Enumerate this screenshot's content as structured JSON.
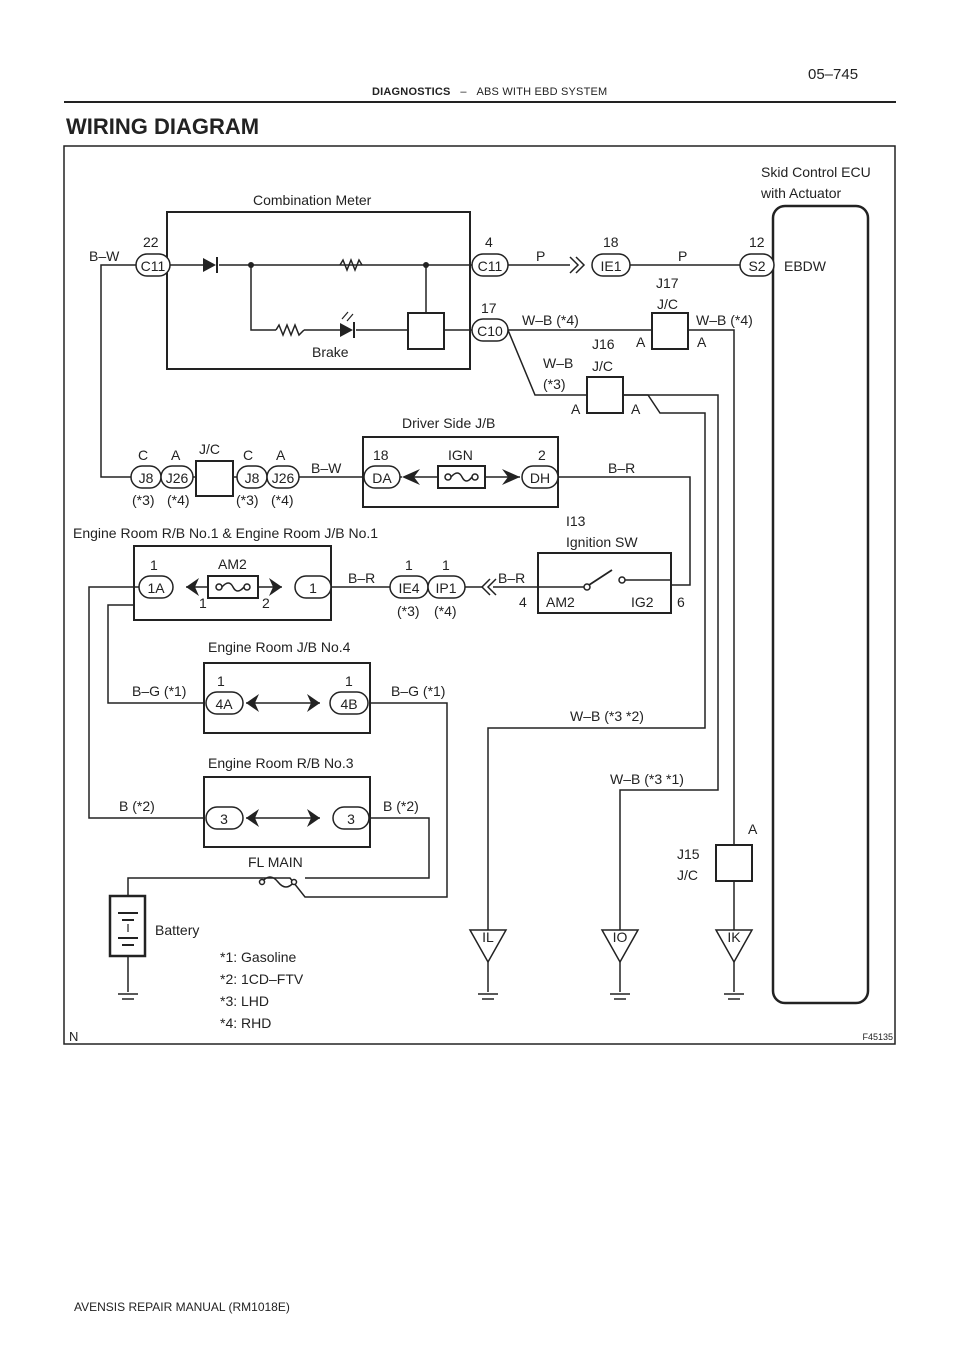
{
  "header": {
    "page_number": "05–745",
    "section": "DIAGNOSTICS",
    "separator": "–",
    "subsection": "ABS WITH EBD SYSTEM"
  },
  "title": "WIRING DIAGRAM",
  "footer": "AVENSIS REPAIR MANUAL   (RM1018E)",
  "diagram": {
    "figure_id": "F45135",
    "corner_mark": "N",
    "components": {
      "combination_meter": "Combination Meter",
      "brake": "Brake",
      "skid_control_ecu_1": "Skid Control ECU",
      "skid_control_ecu_2": "with Actuator",
      "ebdw": "EBDW",
      "driver_jb": "Driver Side J/B",
      "ign": "IGN",
      "engine_room_rb1": "Engine Room R/B No.1 & Engine Room J/B No.1",
      "am2_fuse": "AM2",
      "ignition_sw_id": "I13",
      "ignition_sw": "Ignition SW",
      "am2_sw": "AM2",
      "ig2_sw": "IG2",
      "engine_room_jb4": "Engine Room J/B No.4",
      "engine_room_rb3": "Engine Room R/B No.3",
      "fl_main": "FL MAIN",
      "battery": "Battery",
      "jc": "J/C",
      "j15": "J15",
      "j16": "J16",
      "j17": "J17"
    },
    "connectors": {
      "c11_left": "C11",
      "c11_right": "C11",
      "c10": "C10",
      "ie1": "IE1",
      "s2": "S2",
      "j8_a": "J8",
      "j26_a": "J26",
      "j8_b": "J8",
      "j26_b": "J26",
      "da": "DA",
      "dh": "DH",
      "ie4": "IE4",
      "ip1": "IP1",
      "c1a": "1A",
      "c1": "1",
      "c4a": "4A",
      "c4b": "4B",
      "c3_left": "3",
      "c3_right": "3"
    },
    "pins": {
      "p22": "22",
      "p4": "4",
      "p18_ie1": "18",
      "p12": "12",
      "p17": "17",
      "p18_da": "18",
      "p2_dh": "2",
      "p1_1a": "1",
      "p1_fuse": "1",
      "p2_fuse": "2",
      "p1_ie4": "1",
      "p1_ip1": "1",
      "p4_sw": "4",
      "p6_sw": "6",
      "p1_4a": "1",
      "p1_4b": "1",
      "pin_c_a": "C",
      "pin_a_a": "A",
      "pin_c_b": "C",
      "pin_a_b": "A",
      "j17_a1": "A",
      "j17_a2": "A",
      "j16_a1": "A",
      "j16_a2": "A",
      "j15_a": "A"
    },
    "wires": {
      "b_w_top": "B–W",
      "p_1": "P",
      "p_2": "P",
      "w_b_4_left": "W–B (*4)",
      "w_b_4_right": "W–B (*4)",
      "w_b_line1": "W–B",
      "w_b_line2": "(*3)",
      "b_w_mid": "B–W",
      "b_r_dh": "B–R",
      "b_r_fuse": "B–R",
      "b_r_sw": "B–R",
      "b_g_left": "B–G (*1)",
      "b_g_right": "B–G (*1)",
      "w_b_3_2": "W–B (*3 *2)",
      "w_b_3_1": "W–B (*3 *1)",
      "b_2_left": "B (*2)",
      "b_2_right": "B (*2)"
    },
    "variants": {
      "v3_a": "(*3)",
      "v4_a": "(*4)",
      "v3_b": "(*3)",
      "v4_b": "(*4)",
      "v3_c": "(*3)",
      "v4_c": "(*4)"
    },
    "grounds": {
      "il": "IL",
      "io": "IO",
      "ik": "IK"
    },
    "notes": {
      "n1": "*1: Gasoline",
      "n2": "*2: 1CD–FTV",
      "n3": "*3: LHD",
      "n4": "*4: RHD"
    }
  }
}
